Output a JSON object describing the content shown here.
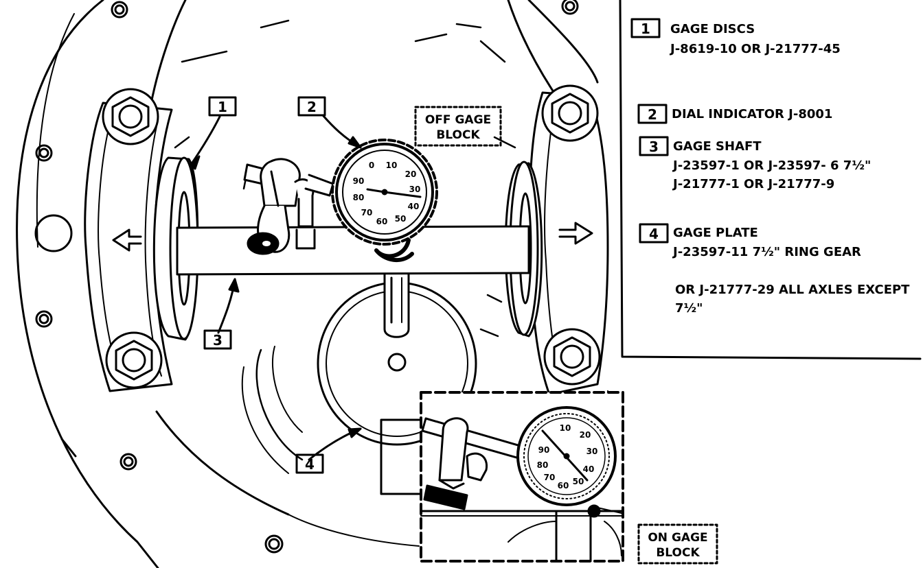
{
  "legend": [
    {
      "num": "1",
      "title": "GAGE DISCS",
      "lines": [
        "J-8619-10 OR J-21777-45"
      ]
    },
    {
      "num": "2",
      "title": "DIAL INDICATOR J-8001",
      "lines": []
    },
    {
      "num": "3",
      "title": "GAGE SHAFT",
      "lines": [
        "J-23597-1 OR J-23597- 6 7½\"",
        "J-21777-1  OR  J-21777-9"
      ]
    },
    {
      "num": "4",
      "title": "GAGE PLATE",
      "lines": [
        "J-23597-11 7½\" RING GEAR",
        "",
        "OR J-21777-29 ALL AXLES EXCEPT",
        "7½\""
      ]
    }
  ],
  "callouts": {
    "c1": "1",
    "c2": "2",
    "c3": "3",
    "c4": "4"
  },
  "off_block": {
    "line1": "OFF GAGE",
    "line2": "BLOCK"
  },
  "on_block": {
    "line1": "ON GAGE",
    "line2": "BLOCK"
  },
  "dial_top": {
    "d0": "0",
    "d10": "10",
    "d20": "20",
    "d30": "30",
    "d40": "40",
    "d50": "50",
    "d60": "60",
    "d70": "70",
    "d80": "80",
    "d90": "90"
  },
  "dial_bottom": {
    "d10": "10",
    "d20": "20",
    "d30": "30",
    "d40": "40",
    "d50": "50",
    "d60": "60",
    "d70": "70",
    "d80": "80",
    "d90": "90"
  }
}
